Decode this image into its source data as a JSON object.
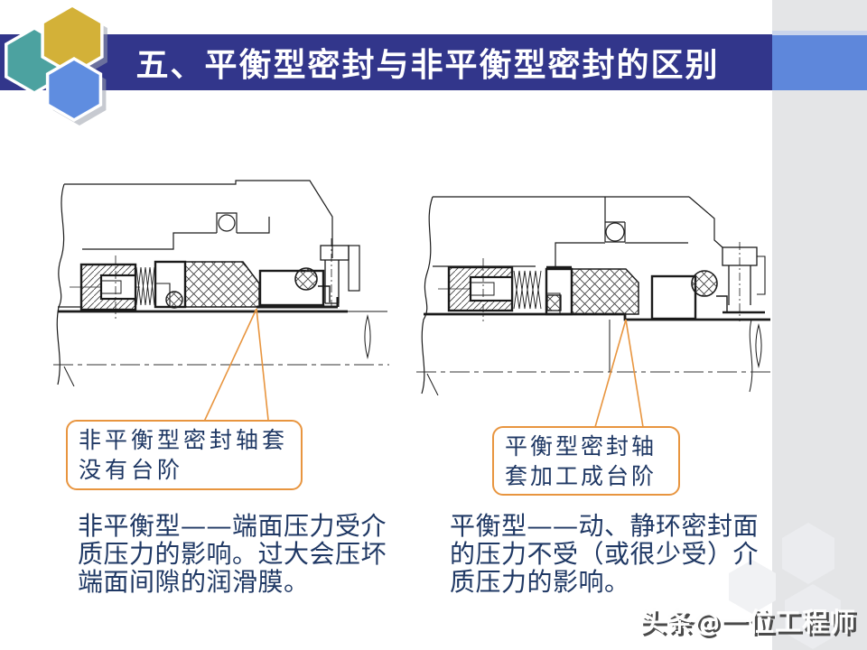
{
  "slide": {
    "title": "五、平衡型密封与非平衡型密封的区别"
  },
  "colors": {
    "title_bar_navy": "#32368B",
    "title_text": "#FFFFFF",
    "sidebar_gray": "#E4E5E7",
    "sidebar_accent_blue": "#5E87DB",
    "callout_border_orange": "#E8953F",
    "leader_line_orange": "#E8953F",
    "body_text_blue": "#1F3864",
    "hex_gold": "#D3B138",
    "hex_teal": "#4CA2A0",
    "hex_blue": "#5F8DE0",
    "diagram_line": "#1B1B1B"
  },
  "decorations": {
    "logo": "hexagon-cluster",
    "sidebar_watermark": "hexagon-pattern"
  },
  "diagrams": {
    "left": {
      "subject": "非平衡型密封 (unbalanced seal cross-section)"
    },
    "right": {
      "subject": "平衡型密封 (balanced seal cross-section)"
    }
  },
  "callouts": {
    "left": {
      "lines": [
        "非平衡型密封轴套",
        "没有台阶"
      ]
    },
    "right": {
      "lines": [
        "平衡型密封轴",
        "套加工成台阶"
      ]
    }
  },
  "notes": {
    "left": {
      "lines": [
        "非平衡型——端面压力受介",
        "质压力的影响。过大会压坏",
        "端面间隙的润滑膜。"
      ]
    },
    "right": {
      "lines": [
        "平衡型——动、静环密封面",
        "的压力不受（或很少受）介",
        "质压力的影响。"
      ]
    }
  },
  "watermark": "头条@一位工程师"
}
